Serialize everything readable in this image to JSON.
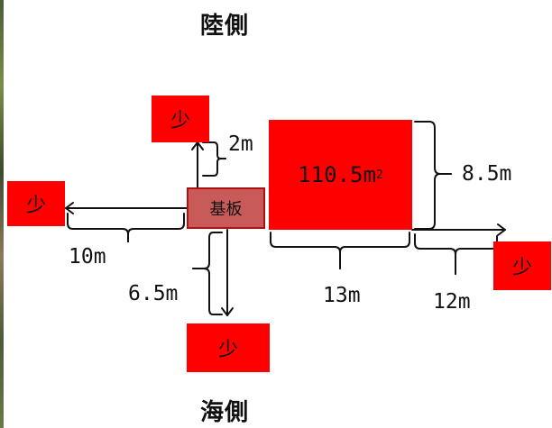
{
  "labels": {
    "land_side": "陸側",
    "sea_side": "海側"
  },
  "boxes": {
    "board": "基板",
    "sand_top_left": "少",
    "sand_left": "少",
    "sand_bottom": "少",
    "sand_right": "少",
    "area": "110.5m",
    "area_exponent": "2"
  },
  "dimensions": {
    "up": "2m",
    "left": "10m",
    "down": "6.5m",
    "area_width": "13m",
    "area_height": "8.5m",
    "right": "12m"
  },
  "colors": {
    "box_red": "#ff0000",
    "board_fill": "#c85a5a",
    "board_border": "#b01010"
  }
}
